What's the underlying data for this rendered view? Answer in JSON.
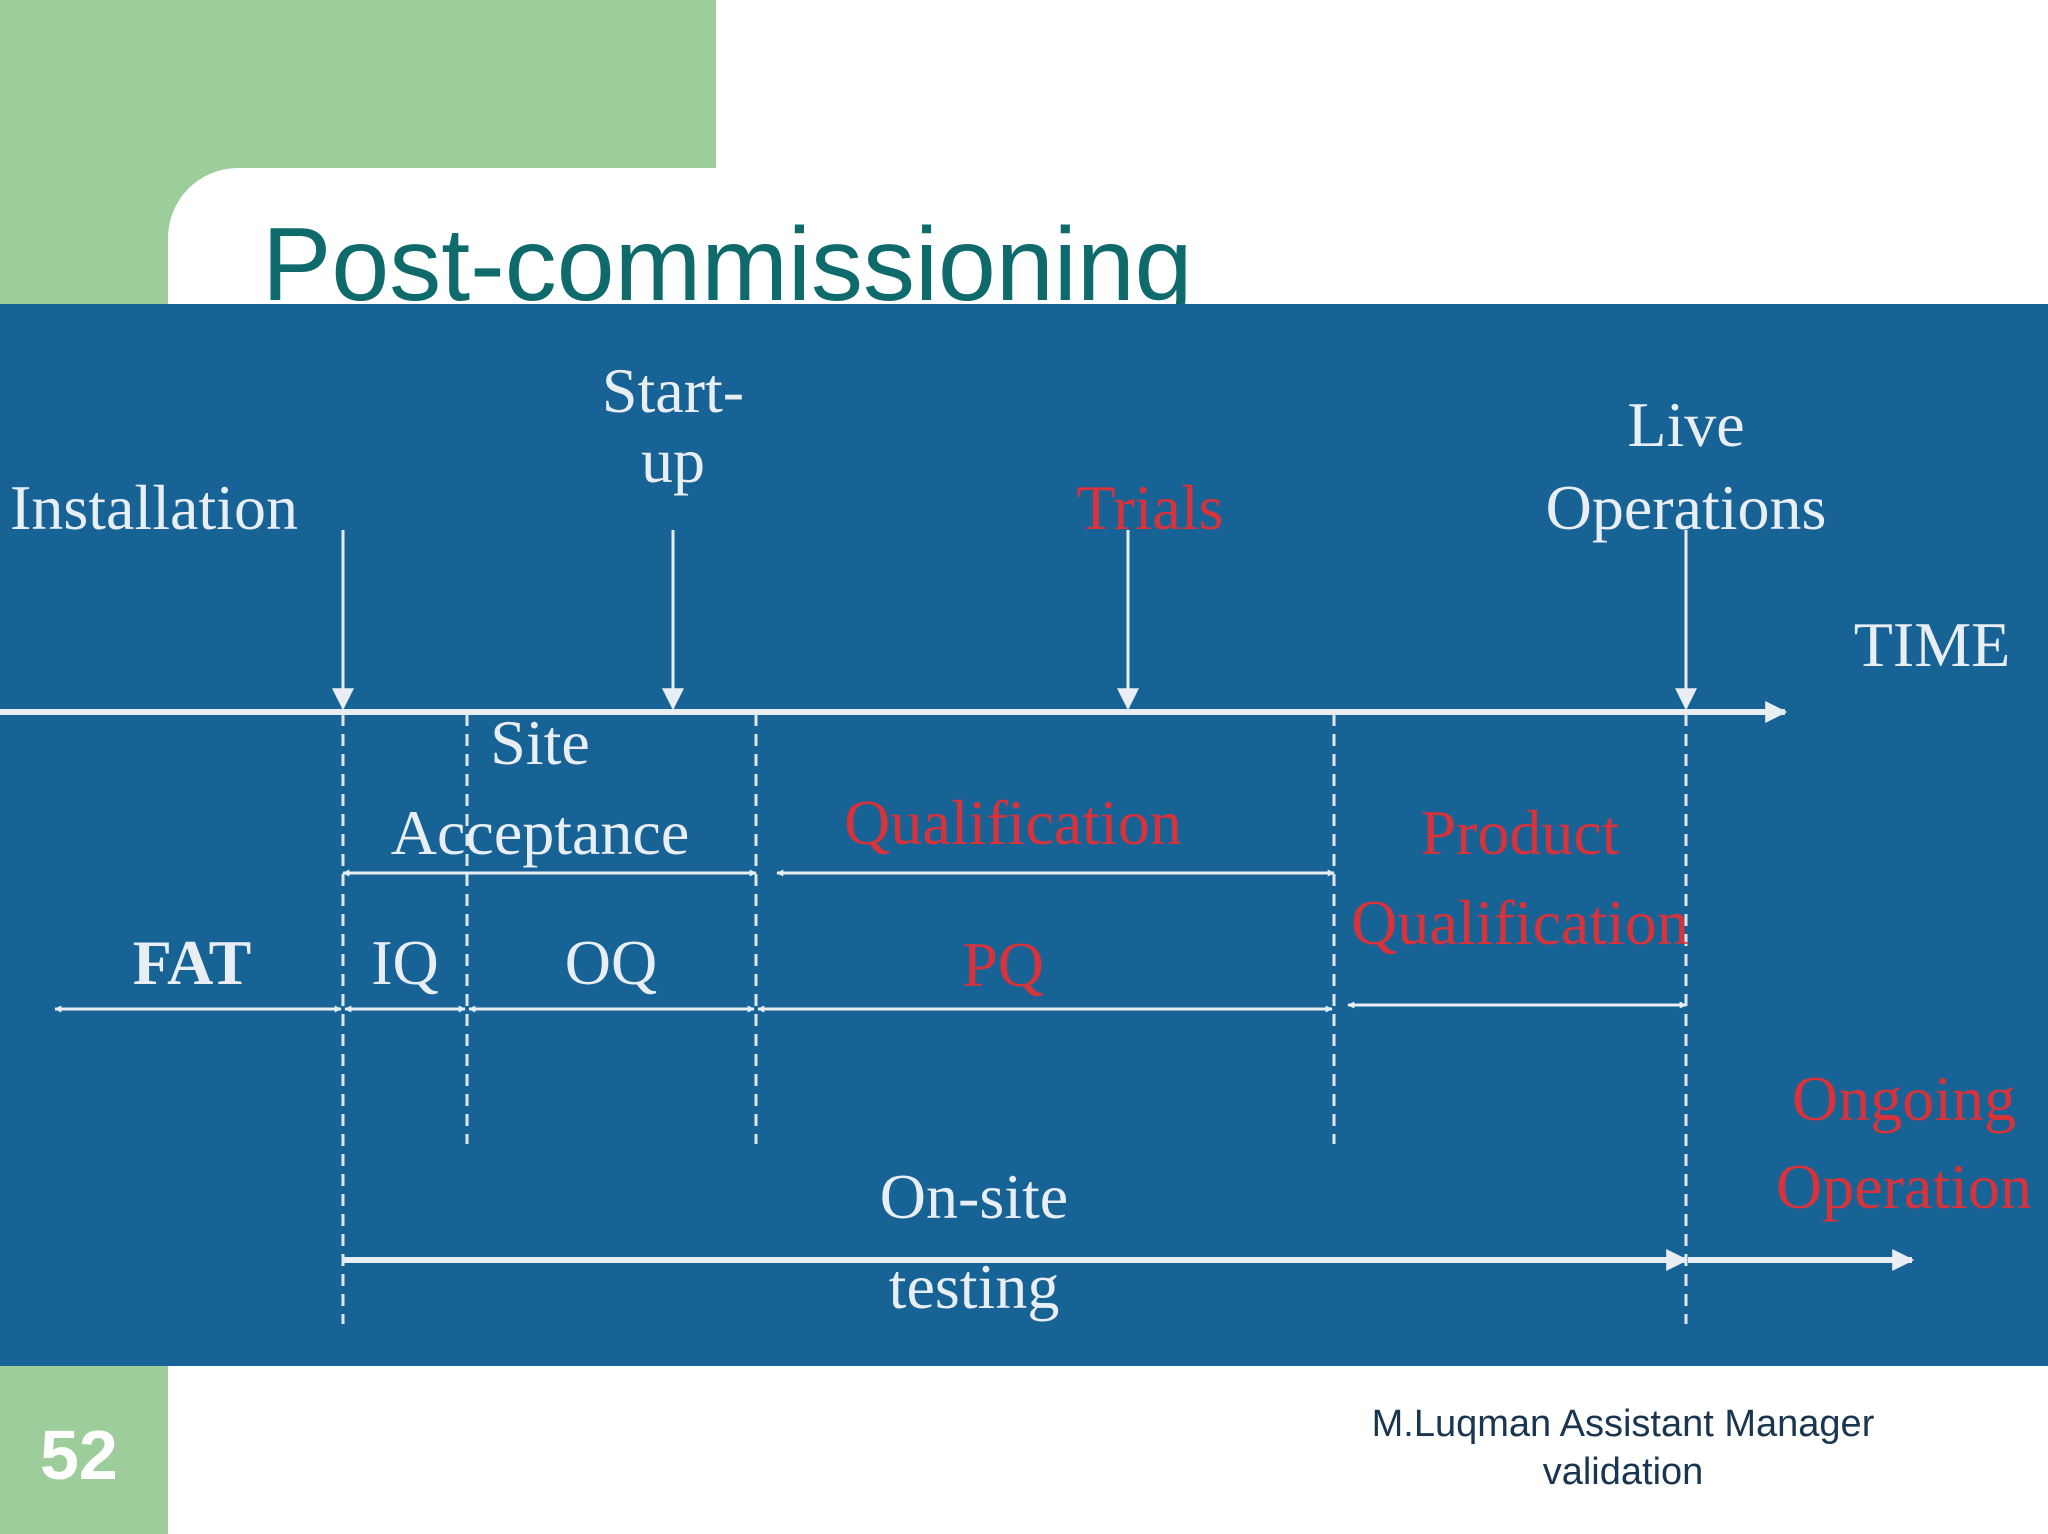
{
  "slide": {
    "title": "Post-commissioning",
    "number": "52",
    "footer_line1": "M.Luqman Assistant Manager",
    "footer_line2": "validation"
  },
  "colors": {
    "panel": "#186396",
    "accent_green": "#9ccd9a",
    "title": "#0f6a6b",
    "white_label": "#ffffff",
    "red_label": "#d8323a"
  },
  "diagram": {
    "timeline_label": "TIME",
    "events": {
      "installation": "Installation",
      "startup_line1": "Start-",
      "startup_line2": "up",
      "trials": "Trials",
      "live_line1": "Live",
      "live_line2": "Operations"
    },
    "spans": {
      "site_acceptance_line1": "Site",
      "site_acceptance_line2": "Acceptance",
      "qualification": "Qualification",
      "product_qualification_line1": "Product",
      "product_qualification_line2": "Qualification",
      "fat": "FAT",
      "iq": "IQ",
      "oq": "OQ",
      "pq": "PQ",
      "onsite_line1": "On-site",
      "onsite_line2": "testing",
      "ongoing_line1": "Ongoing",
      "ongoing_line2": "Operation"
    }
  }
}
